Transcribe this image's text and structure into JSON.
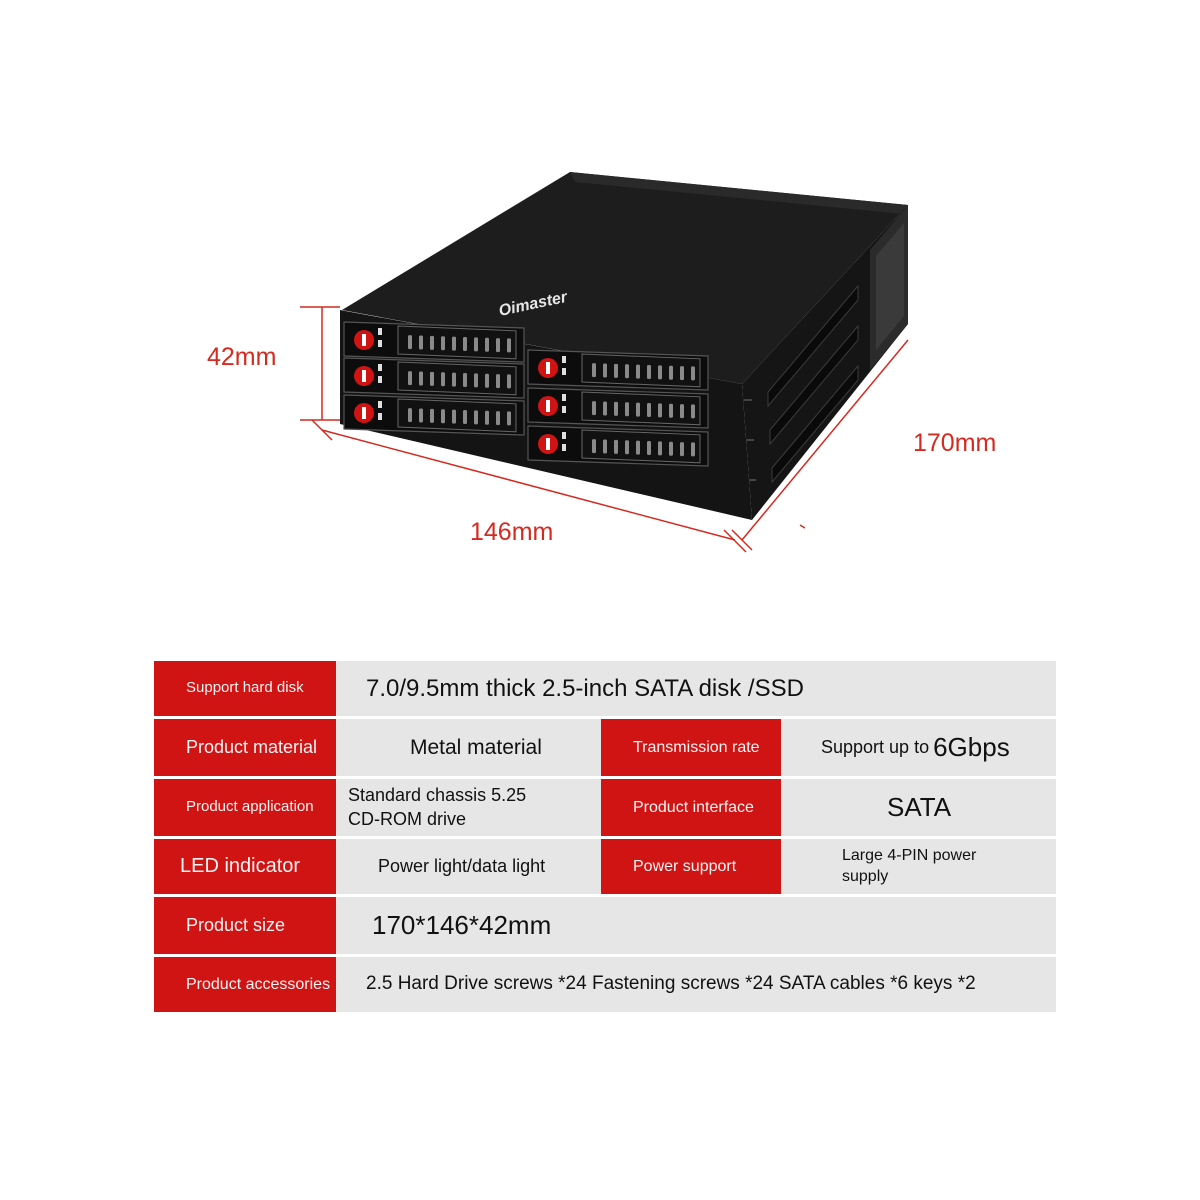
{
  "product": {
    "brand_label": "Oimaster",
    "dimensions": {
      "height_label": "42mm",
      "depth_label": "170mm",
      "width_label": "146mm"
    },
    "bays": 6,
    "colors": {
      "accent": "#d01414",
      "dimension_line": "#d42a20",
      "chassis": "#1a1a1a"
    }
  },
  "specs": {
    "support_hard_disk": {
      "label": "Support hard disk",
      "value": "7.0/9.5mm thick 2.5-inch SATA disk /SSD"
    },
    "product_material": {
      "label": "Product material",
      "value": "Metal material"
    },
    "transmission_rate": {
      "label": "Transmission rate",
      "value_prefix": "Support up to",
      "value_emph": "6Gbps"
    },
    "product_application": {
      "label": "Product application",
      "value": "Standard chassis 5.25 CD-ROM drive"
    },
    "product_interface": {
      "label": "Product interface",
      "value": "SATA"
    },
    "led_indicator": {
      "label": "LED indicator",
      "value": "Power light/data light"
    },
    "power_support": {
      "label": "Power support",
      "value": "Large 4-PIN power supply"
    },
    "product_size": {
      "label": "Product size",
      "value": "170*146*42mm"
    },
    "product_accessories": {
      "label": "Product accessories",
      "value": "2.5 Hard Drive screws *24 Fastening screws *24 SATA cables *6 keys *2"
    }
  }
}
